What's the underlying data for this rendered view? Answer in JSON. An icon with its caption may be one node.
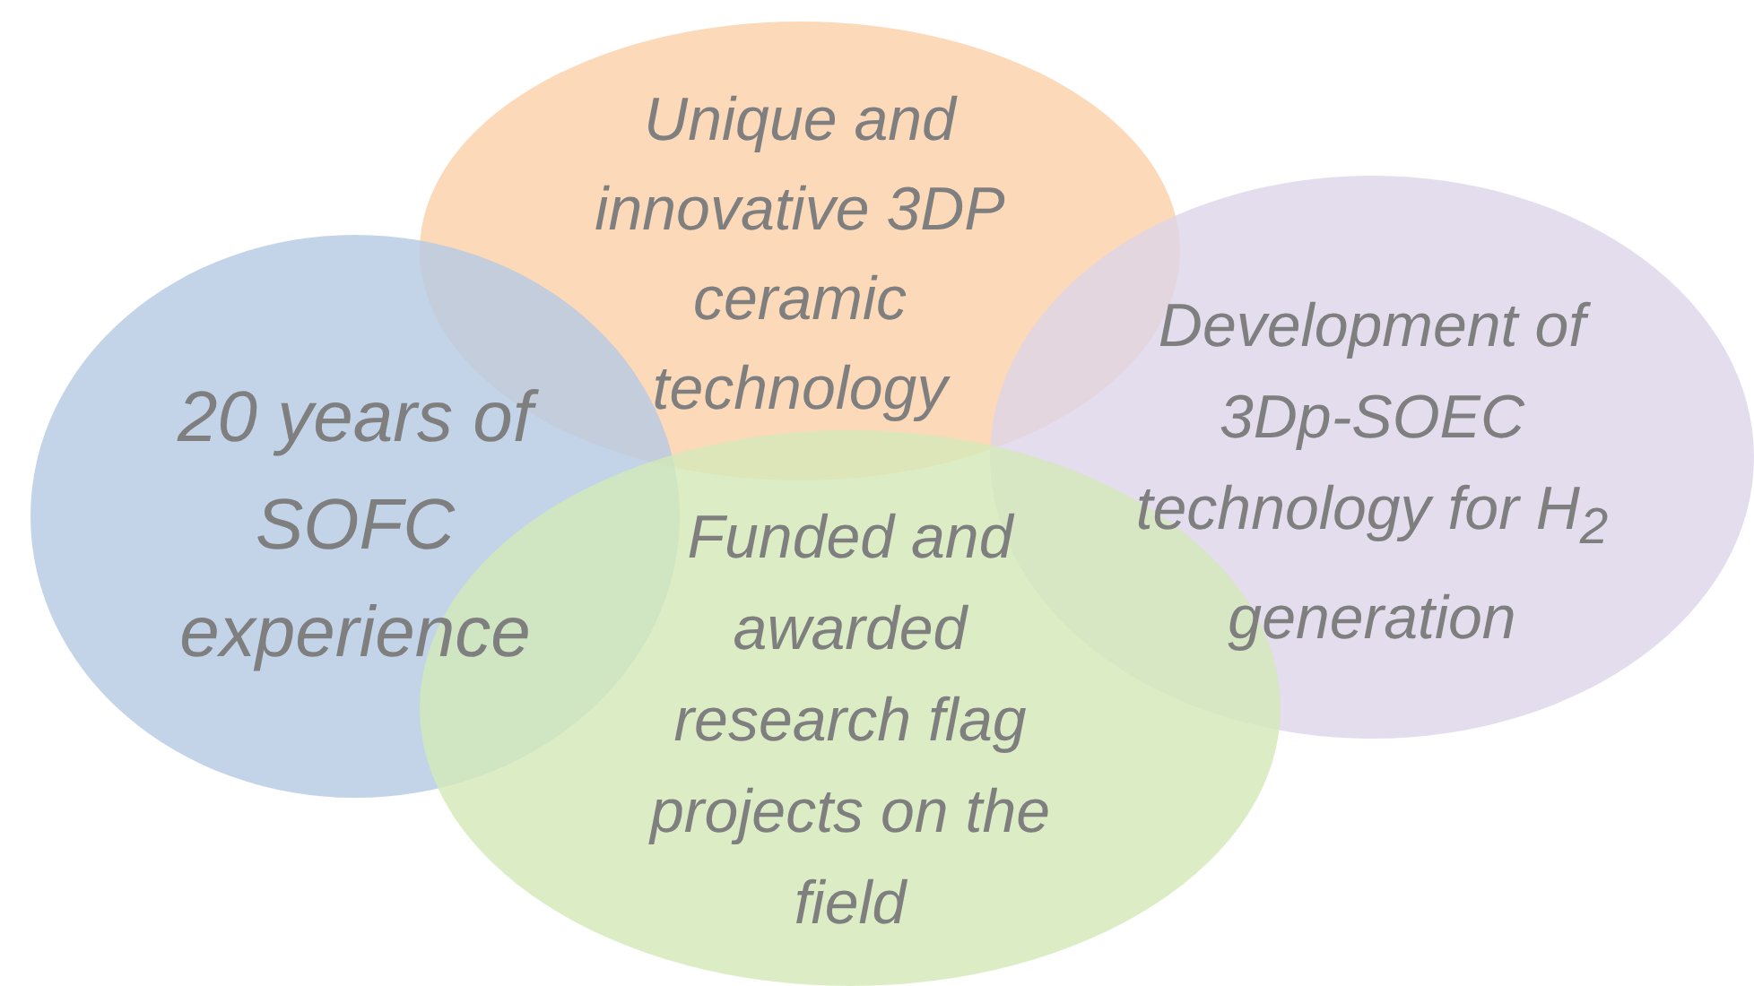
{
  "diagram": {
    "nodes": [
      {
        "text": [
          "Unique and innovative 3DP ceramic technology"
        ]
      },
      {
        "text": [
          "20 years of SOFC experience"
        ]
      },
      {
        "text": [
          "Development of 3Dp-SOEC technology for H$_{2}$ generation"
        ]
      },
      {
        "text": [
          "Funded and awarded research flag projects on the field"
        ]
      }
    ]
  }
}
